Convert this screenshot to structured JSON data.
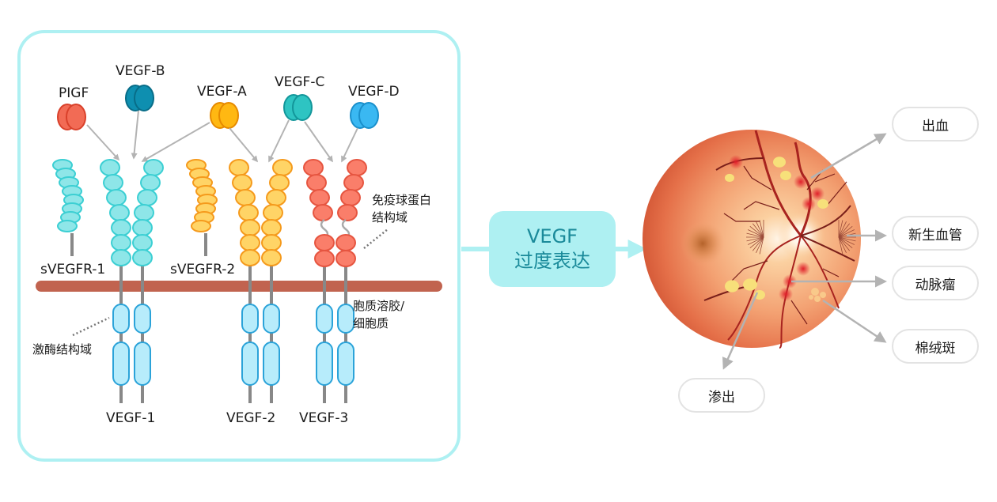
{
  "left_panel": {
    "ligands": [
      {
        "label": "PIGF",
        "color": "#f26b55",
        "stroke": "#d9402a"
      },
      {
        "label": "VEGF-B",
        "color": "#0e8fb0",
        "stroke": "#086d88"
      },
      {
        "label": "VEGF-A",
        "color": "#ffb812",
        "stroke": "#e68a00"
      },
      {
        "label": "VEGF-C",
        "color": "#2ec4c2",
        "stroke": "#13969a"
      },
      {
        "label": "VEGF-D",
        "color": "#3ab8f2",
        "stroke": "#1a8fcb"
      }
    ],
    "soluble_receptors": [
      {
        "label": "sVEGFR-1",
        "color": "#8ee6e8",
        "stroke": "#3ccfd3"
      },
      {
        "label": "sVEGFR-2",
        "color": "#ffd466",
        "stroke": "#f59a1c"
      }
    ],
    "receptors": [
      {
        "label": "VEGF-1",
        "color": "#8ee6e8",
        "stroke": "#3ccfd3"
      },
      {
        "label": "VEGF-2",
        "color": "#ffd466",
        "stroke": "#f59a1c"
      },
      {
        "label": "VEGF-3",
        "color": "#fa7e6a",
        "stroke": "#e65540"
      }
    ],
    "annotations": {
      "ig_domain_line1": "免疫球蛋白",
      "ig_domain_line2": "结构域",
      "cytosol_line1": "胞质溶胶/",
      "cytosol_line2": "细胞质",
      "kinase_domain": "激酶结构域"
    },
    "membrane_color": "#c1634f",
    "kinase_color": "#b7ecfb",
    "kinase_stroke": "#2ba3d9"
  },
  "center": {
    "line1": "VEGF",
    "line2": "过度表达",
    "color": "#aef0f2",
    "text_color": "#1a8a9a"
  },
  "retina": {
    "outcomes": [
      {
        "label": "出血"
      },
      {
        "label": "新生血管"
      },
      {
        "label": "动脉瘤"
      },
      {
        "label": "棉绒斑"
      },
      {
        "label": "渗出"
      }
    ]
  }
}
